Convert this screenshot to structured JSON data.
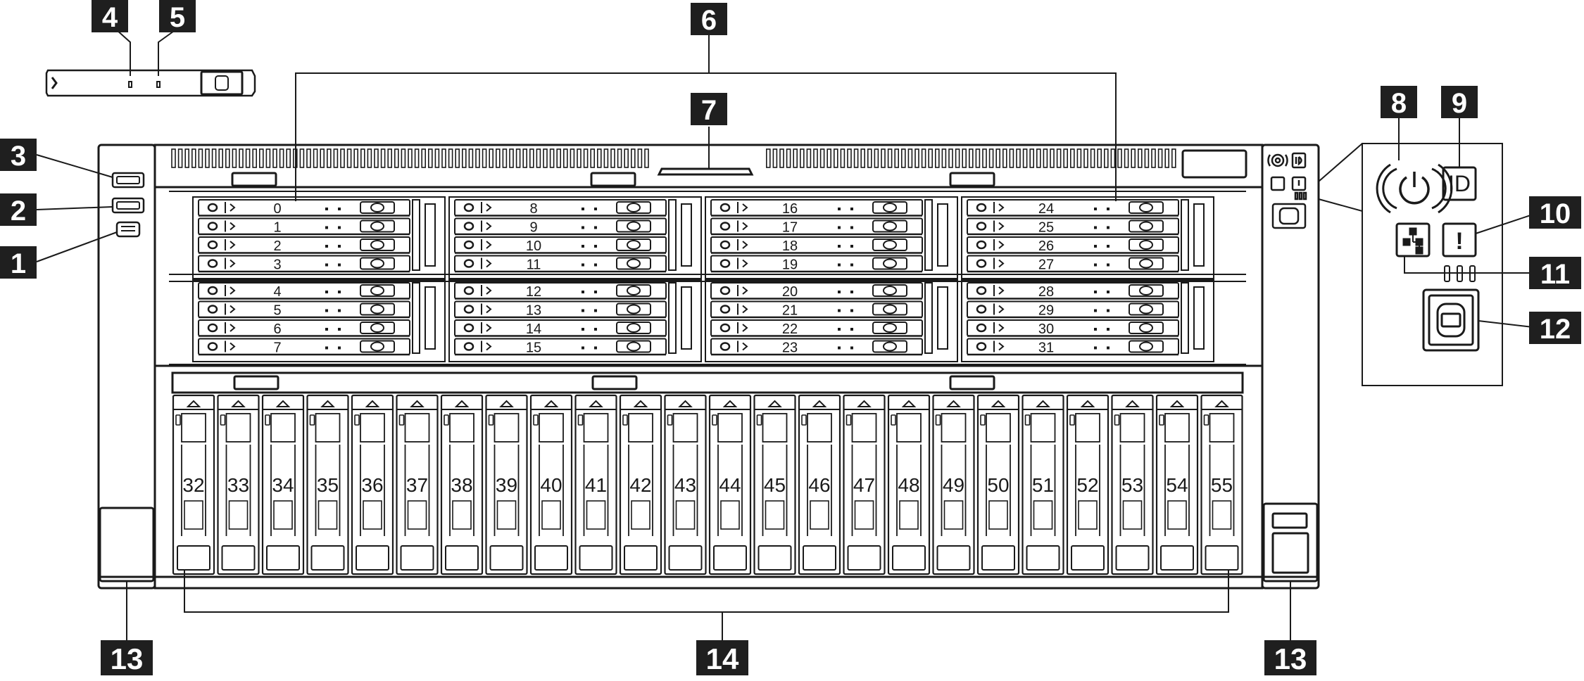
{
  "colors": {
    "ink": "#1a1a1a",
    "callout_bg": "#1f1f1f",
    "callout_text": "#ffffff",
    "panel_fill": "#ffffff"
  },
  "icons": {
    "power": "power-icon",
    "id": "identify-icon",
    "network": "network-activity-icon",
    "error": "system-error-icon",
    "diag": "diagnostics-handset-icon"
  },
  "labels": {
    "id_button": "ID",
    "error_mark": "!"
  },
  "callouts": [
    "1",
    "2",
    "3",
    "4",
    "5",
    "6",
    "7",
    "8",
    "9",
    "10",
    "11",
    "12",
    "13",
    "13",
    "14"
  ],
  "upper_bays": [
    [
      "0",
      "1",
      "2",
      "3"
    ],
    [
      "8",
      "9",
      "10",
      "11"
    ],
    [
      "16",
      "17",
      "18",
      "19"
    ],
    [
      "24",
      "25",
      "26",
      "27"
    ],
    [
      "4",
      "5",
      "6",
      "7"
    ],
    [
      "12",
      "13",
      "14",
      "15"
    ],
    [
      "20",
      "21",
      "22",
      "23"
    ],
    [
      "28",
      "29",
      "30",
      "31"
    ]
  ],
  "lower_bays": [
    "32",
    "33",
    "34",
    "35",
    "36",
    "37",
    "38",
    "39",
    "40",
    "41",
    "42",
    "43",
    "44",
    "45",
    "46",
    "47",
    "48",
    "49",
    "50",
    "51",
    "52",
    "53",
    "54",
    "55"
  ]
}
